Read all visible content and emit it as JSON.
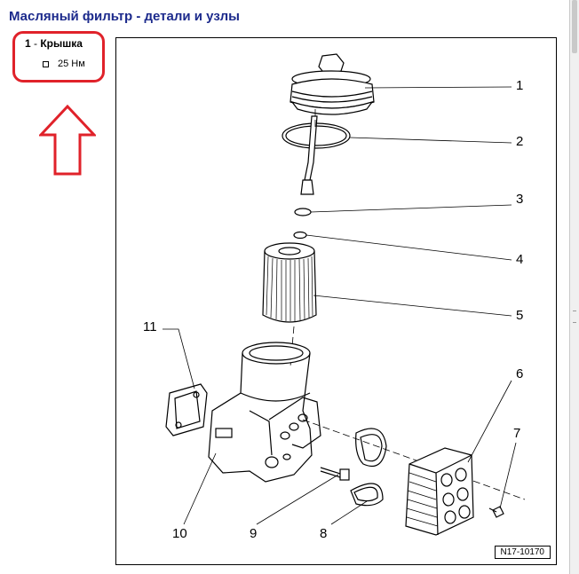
{
  "page": {
    "title": "Масляный фильтр - детали и узлы"
  },
  "parts_list": {
    "item_number": "1",
    "item_separator": " - ",
    "item_name": "Крышка",
    "torque": "25 Нм"
  },
  "figure": {
    "id": "N17-10170",
    "callouts": [
      "1",
      "2",
      "3",
      "4",
      "5",
      "6",
      "7",
      "8",
      "9",
      "10",
      "11"
    ]
  },
  "colors": {
    "title": "#1c2a8c",
    "highlight": "#e0222a"
  }
}
